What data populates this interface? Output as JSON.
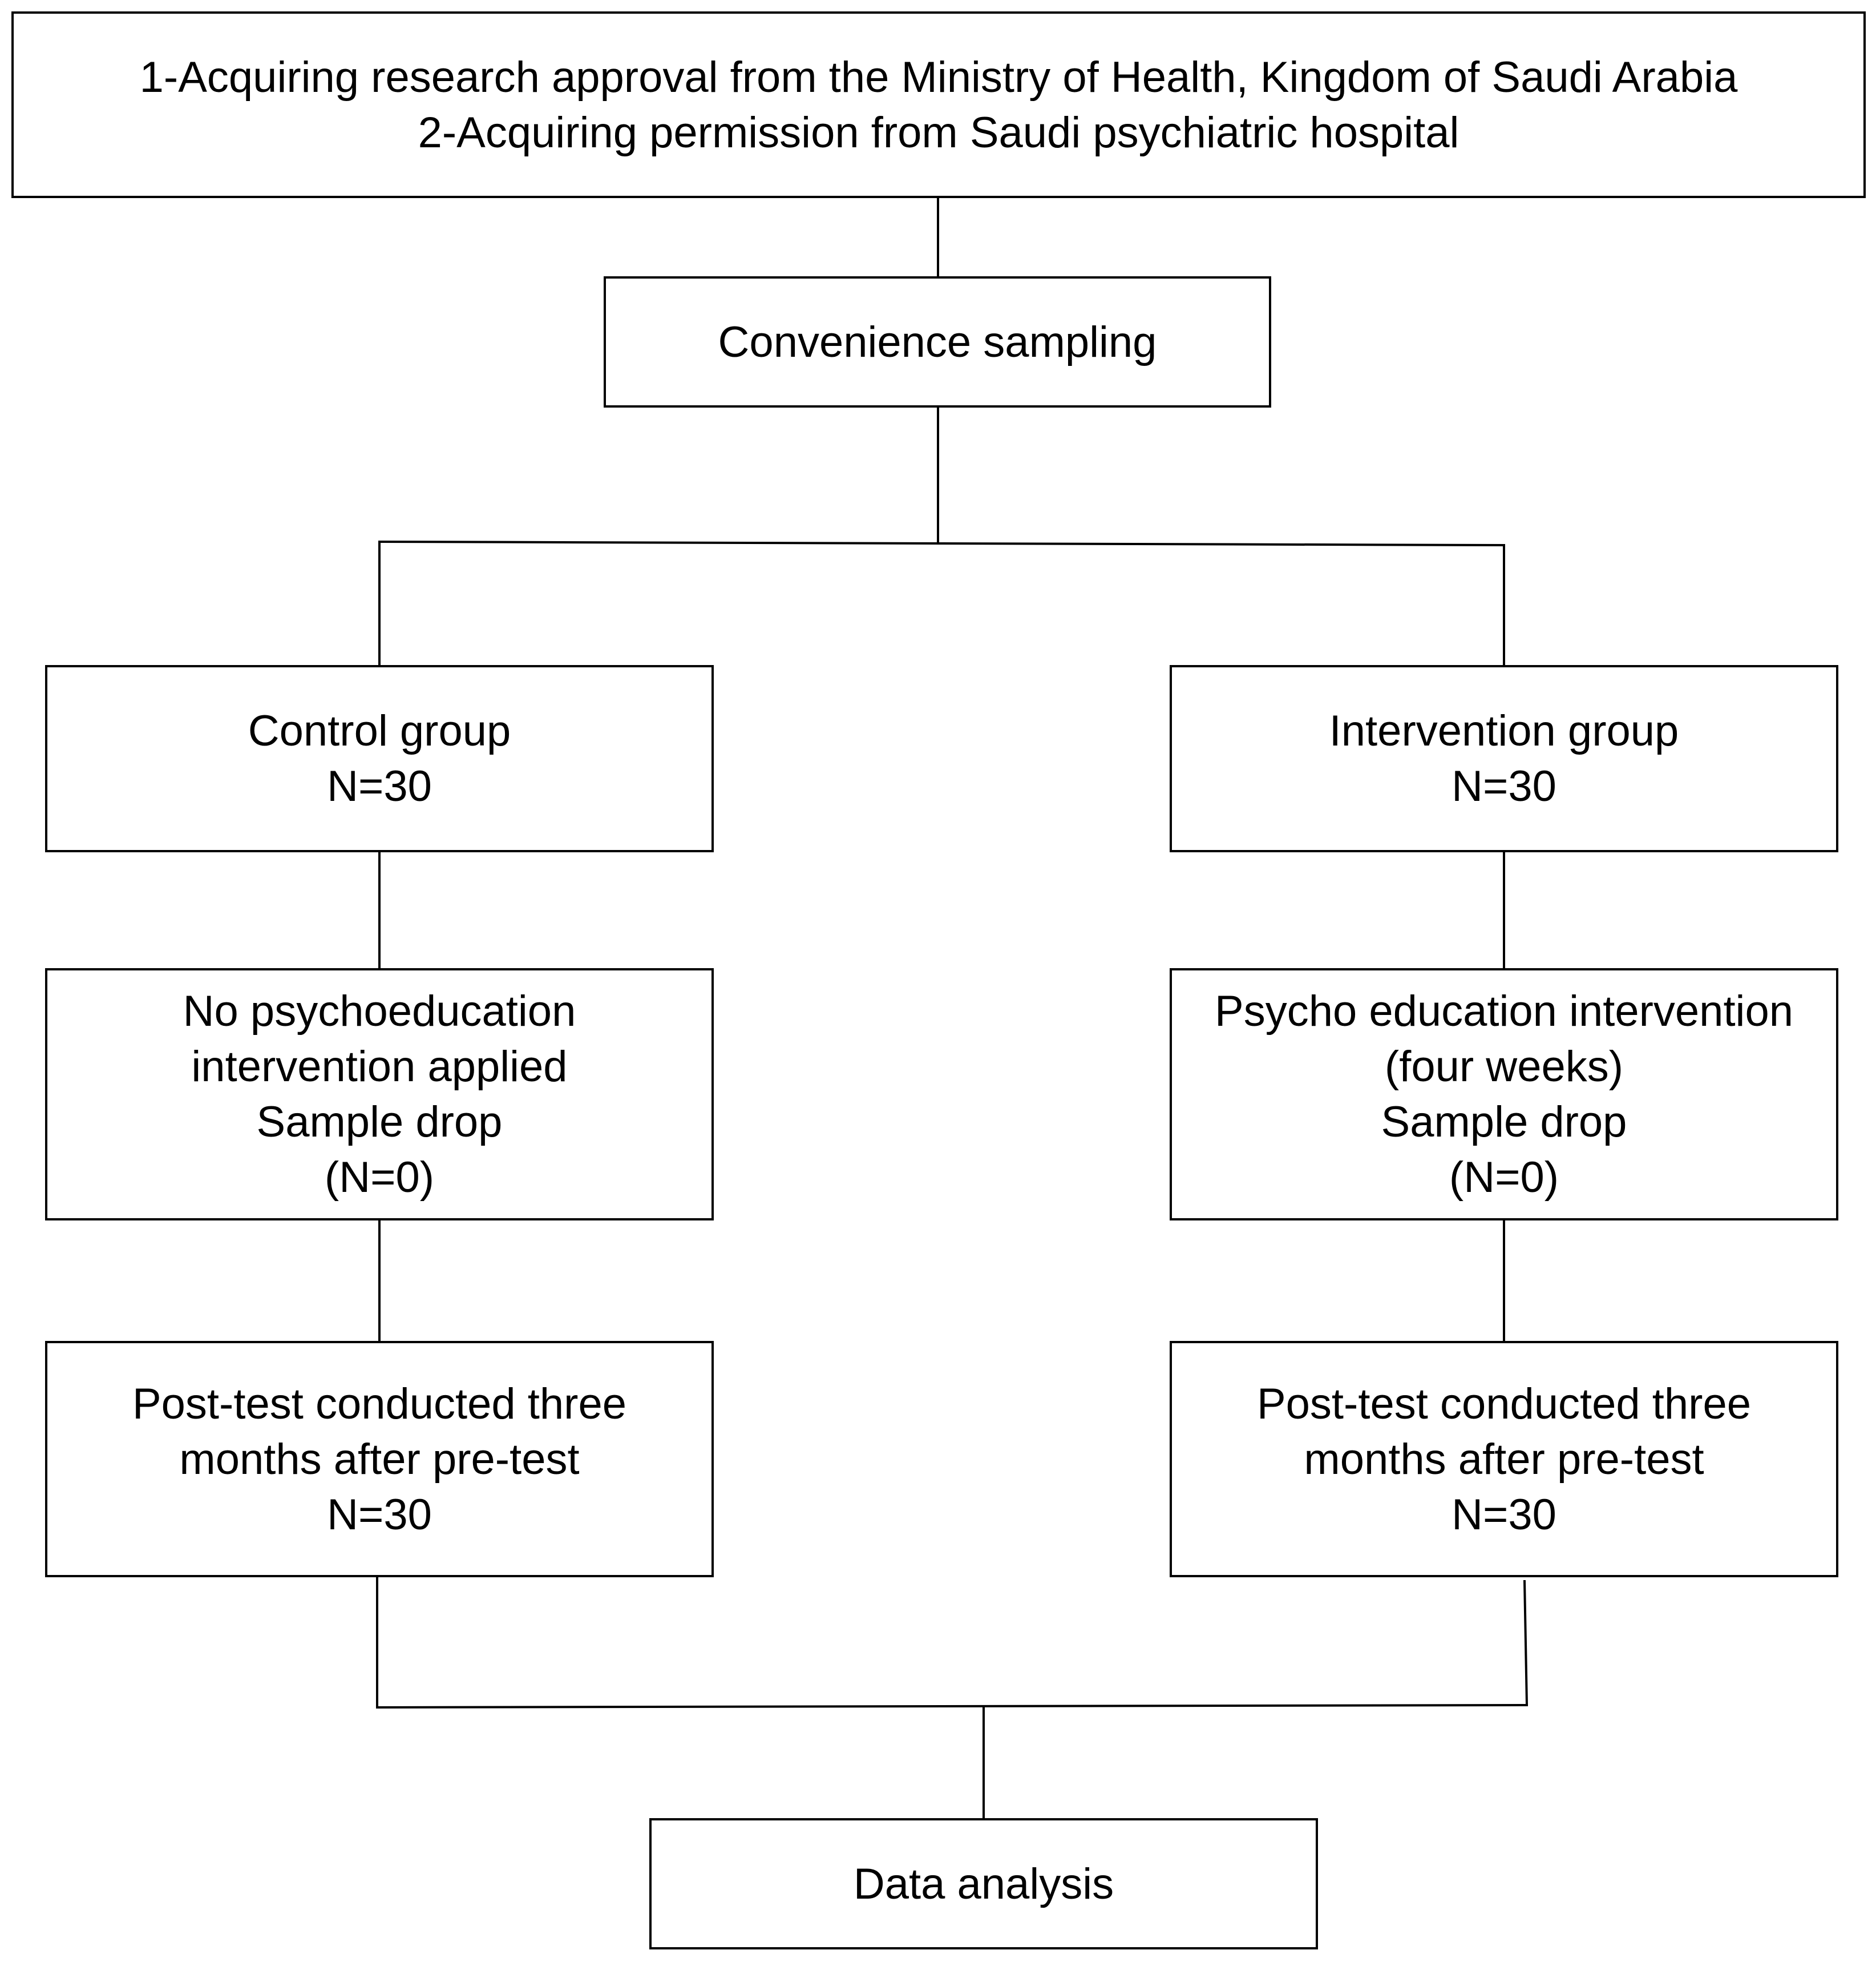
{
  "flowchart": {
    "approval": {
      "line1": "1-Acquiring research approval from the Ministry of Health, Kingdom of Saudi Arabia",
      "line2": "2-Acquiring permission from Saudi psychiatric hospital"
    },
    "sampling": {
      "line1": "Convenience sampling"
    },
    "control_group": {
      "line1": "Control group",
      "line2": "N=30"
    },
    "intervention_group": {
      "line1": "Intervention group",
      "line2": "N=30"
    },
    "control_treatment": {
      "line1": "No psychoeducation",
      "line2": "intervention applied",
      "line3": "Sample drop",
      "line4": "(N=0)"
    },
    "intervention_treatment": {
      "line1": "Psycho education intervention",
      "line2": "(four weeks)",
      "line3": "Sample drop",
      "line4": "(N=0)"
    },
    "control_posttest": {
      "line1": "Post-test conducted three",
      "line2": "months after pre-test",
      "line3": "N=30"
    },
    "intervention_posttest": {
      "line1": "Post-test conducted three",
      "line2": "months after pre-test",
      "line3": "N=30"
    },
    "analysis": {
      "line1": "Data analysis"
    }
  }
}
